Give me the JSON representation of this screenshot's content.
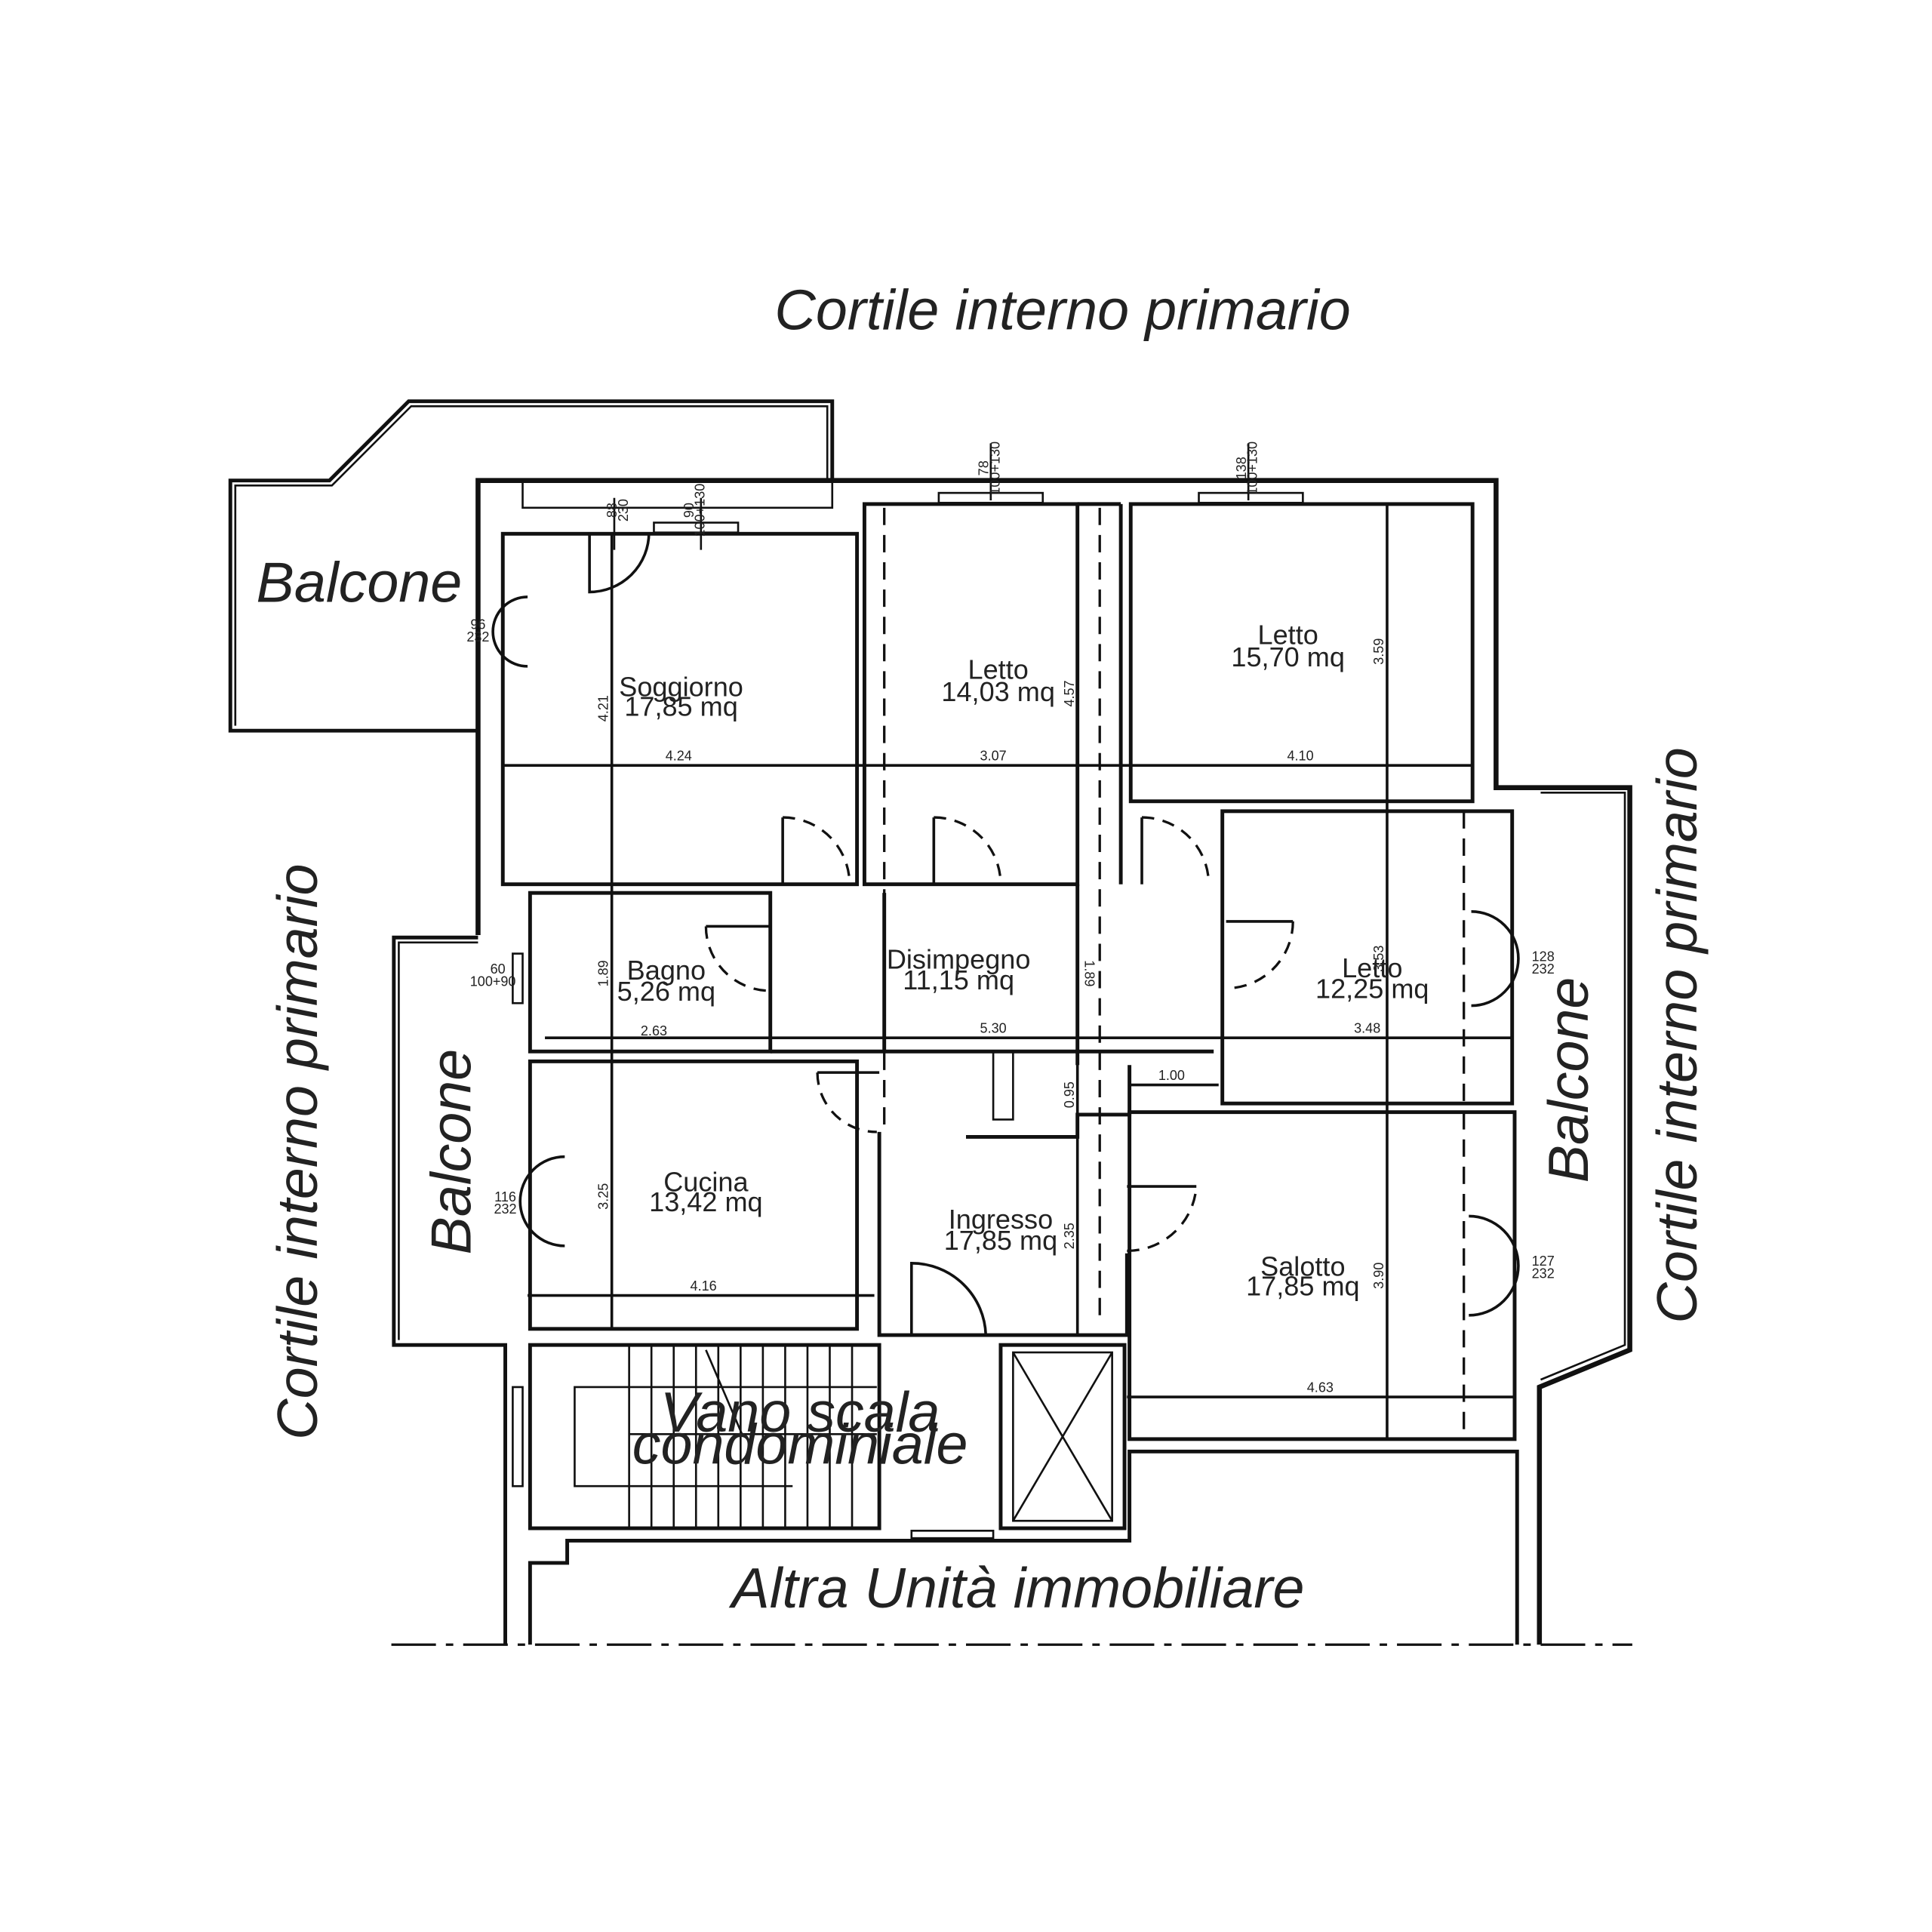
{
  "labels": {
    "courtyard_top": "Cortile interno primario",
    "courtyard_left": "Cortile interno primario",
    "courtyard_right": "Cortile interno primario",
    "balcony_top_left": "Balcone",
    "balcony_left": "Balcone",
    "balcony_right": "Balcone",
    "other_unit": "Altra Unità immobiliare"
  },
  "rooms": [
    {
      "name": "Soggiorno",
      "area": "17,85 mq"
    },
    {
      "name": "Letto",
      "area": "14,03 mq"
    },
    {
      "name": "Letto",
      "area": "15,70 mq"
    },
    {
      "name": "Bagno",
      "area": "5,26 mq"
    },
    {
      "name": "Disimpegno",
      "area": "11,15 mq"
    },
    {
      "name": "Letto",
      "area": "12,25 mq"
    },
    {
      "name": "Cucina",
      "area": "13,42 mq"
    },
    {
      "name": "Ingresso",
      "area": "17,85 mq"
    },
    {
      "name": "Salotto",
      "area": "17,85 mq"
    }
  ],
  "stair": {
    "line1": "Vano scala",
    "line2": "condominiale"
  },
  "dimensions": {
    "h_424": "4.24",
    "h_307": "3.07",
    "h_410": "4.10",
    "h_263": "2.63",
    "h_530": "5.30",
    "h_348": "3.48",
    "h_100": "1.00",
    "h_416": "4.16",
    "h_463": "4.63",
    "v_421": "4.21",
    "v_457": "4.57",
    "v_359": "3.59",
    "v_189": "1.89",
    "v_189b": "1.89",
    "v_353": "3.53",
    "v_325": "3.25",
    "v_095": "0.95",
    "v_235": "2.35",
    "v_390": "3.90"
  },
  "openings": {
    "w_soggiorno_a": "88",
    "w_soggiorno_b": "230",
    "w_soggiorno_c": "90",
    "w_soggiorno_d": "100+130",
    "w_letto1_a": "78",
    "w_letto1_b": "100+130",
    "w_letto2_a": "138",
    "w_letto2_b": "100+130",
    "d_balcone_a": "96",
    "d_balcone_b": "232",
    "w_bagno_a": "60",
    "w_bagno_b": "100+90",
    "d_cucina_a": "116",
    "d_cucina_b": "232",
    "d_letto3_a": "128",
    "d_letto3_b": "232",
    "d_salotto_a": "127",
    "d_salotto_b": "232"
  }
}
